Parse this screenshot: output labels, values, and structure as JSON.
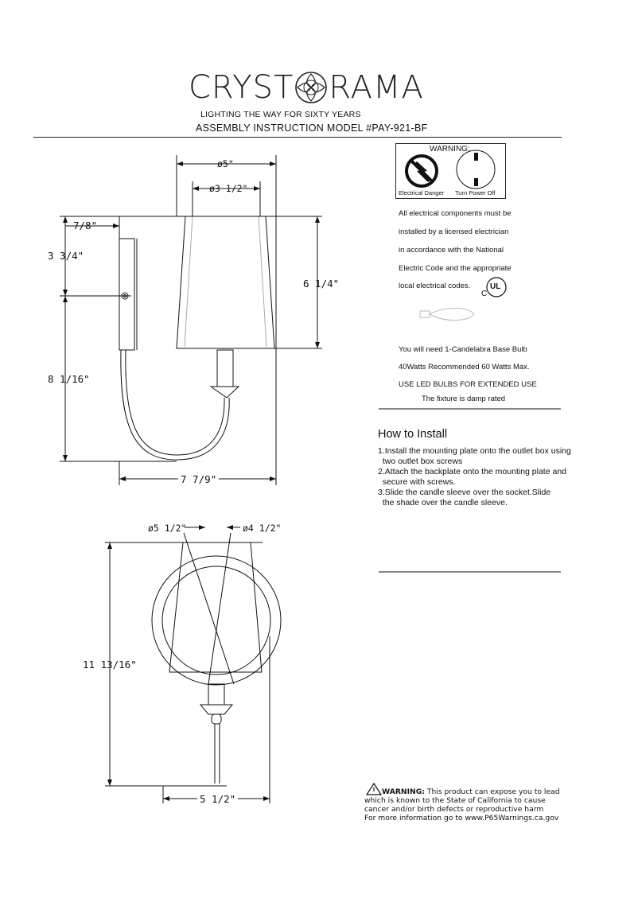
{
  "header": {
    "brand_left": "CRYST",
    "brand_right": "RAMA",
    "tagline": "LIGHTING THE WAY FOR SIXTY YEARS",
    "model_line": "ASSEMBLY INSTRUCTION MODEL #PAY-921-BF"
  },
  "dimensions": {
    "shade_top_dia": "ø5\"",
    "shade_bottom_dia": "ø3 1/2\"",
    "backplate_depth": "7/8\"",
    "top_to_center": "3 3/4\"",
    "shade_height": "6 1/4\"",
    "center_to_bottom": "8 1/16\"",
    "projection": "7 7/9\"",
    "plate_dia_a": "ø5 1/2\"",
    "plate_dia_b": "ø4 1/2\"",
    "overall_height": "11 13/16\"",
    "overall_width": "5 1/2\""
  },
  "warning": {
    "title": "WARNING:",
    "caption_left": "Electrical Danger",
    "caption_right": "Turn Power Off"
  },
  "electrical_notes": [
    "All electrical components must be",
    "installed by a licensed electrician",
    "in accordance with the National",
    "Electric Code and the appropriate",
    "local electrical codes."
  ],
  "ul_mark": {
    "c": "C",
    "ul": "UL"
  },
  "bulb_notes": [
    "You will need 1-Candelabra Base Bulb",
    "40Watts Recommended 60 Watts Max.",
    "USE LED BULBS FOR EXTENDED USE",
    "The fixture is damp rated"
  ],
  "install": {
    "title": "How to Install",
    "steps": [
      "1.Install the mounting plate onto the outlet box using",
      "  two outlet box screws",
      "2.Attach the backplate onto the mounting plate and",
      "  secure with screws.",
      "3.Slide the candle sleeve over the socket.Slide",
      "  the shade over the candle sleeve."
    ]
  },
  "prop65": {
    "label": "WARNING:",
    "line1_rest": " This product can expose you to lead",
    "line2": "which is known to the State of California to cause",
    "line3": "cancer and/or birth defects or reproductive harm",
    "line4": "For more information go to www.P65Warnings.ca.gov"
  }
}
